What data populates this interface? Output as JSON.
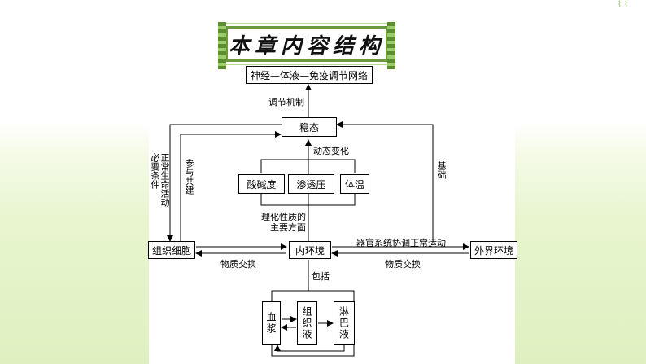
{
  "title": "本章内容结构",
  "nodes": {
    "network": "神经—体液—免疫调节网络",
    "homeostasis": "稳态",
    "ph": "酸碱度",
    "osmotic": "渗透压",
    "temperature": "体温",
    "cell": "组织细胞",
    "internal": "内环境",
    "external": "外界环境",
    "plasma": "血浆",
    "tissue_fluid": "组织液",
    "lymph": "淋巴液"
  },
  "labels": {
    "regulation": "调节机制",
    "dynamic": "动态变化",
    "aspects": "理化性质的主要方面",
    "normal_life": "正常生命活动必要条件",
    "co_build": "参与共建",
    "basis": "基础",
    "organ_coordination": "器官系统协调正常运动",
    "exchange_left": "物质交换",
    "exchange_right": "物质交换",
    "includes": "包括"
  },
  "colors": {
    "title_border": "#6a9a3c",
    "background_band": "#dff0c0"
  }
}
